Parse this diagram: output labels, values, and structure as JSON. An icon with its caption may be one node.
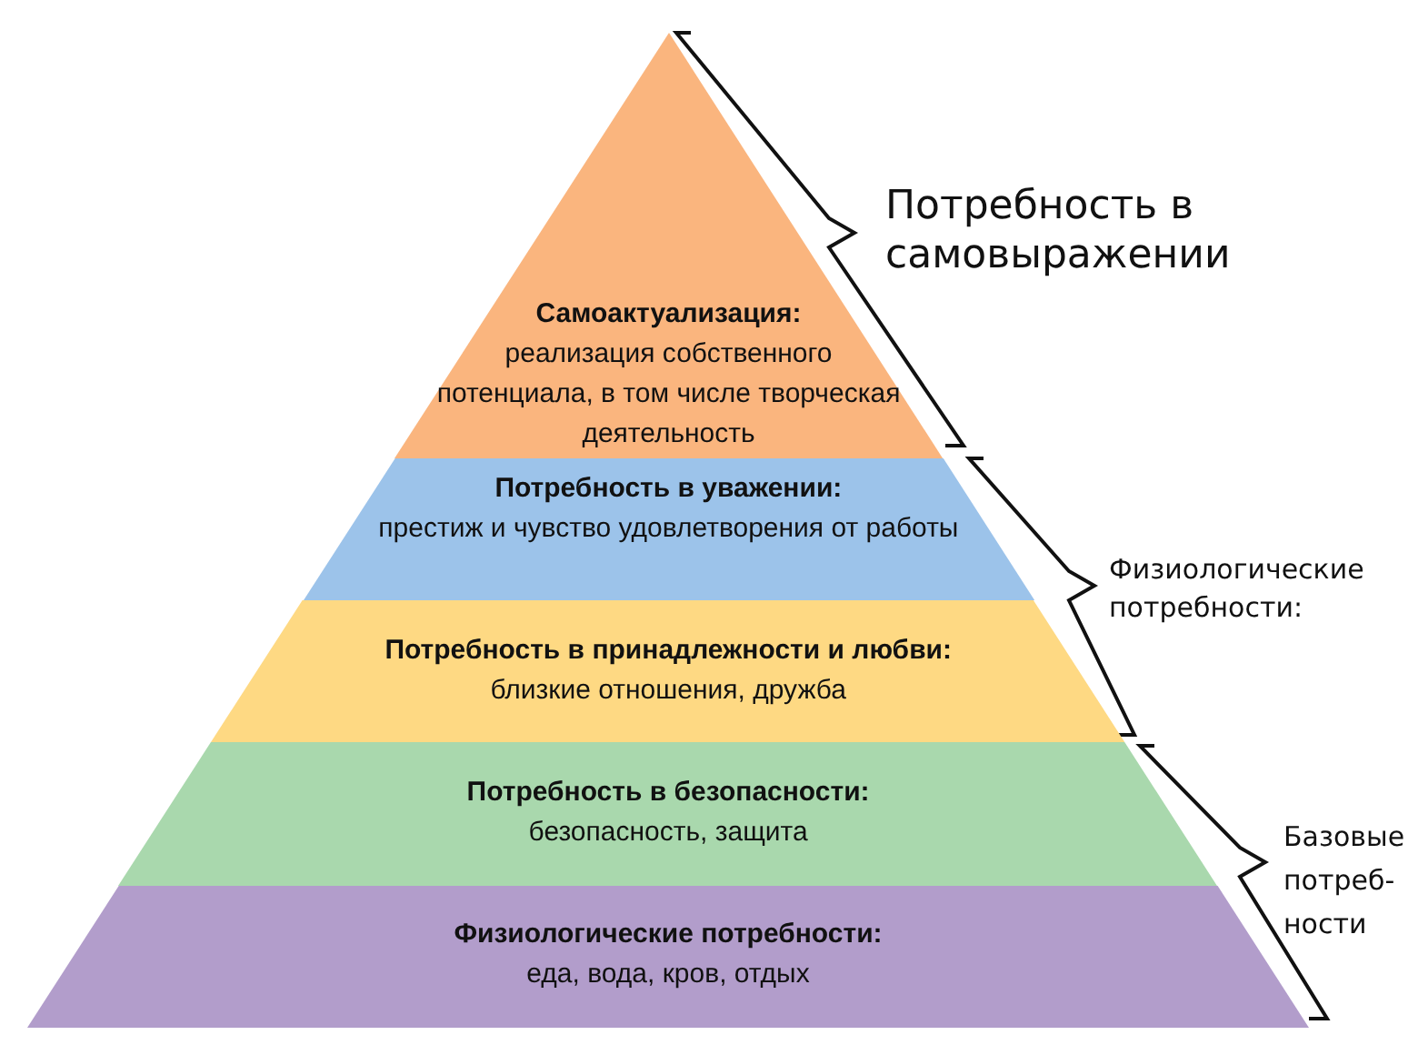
{
  "diagram": {
    "nodes": [
      {
        "text": [
          "Самоактуализация:",
          "реализация собственного потенциала, в том числе творческая деятельность"
        ]
      },
      {
        "text": [
          "Потребность в уважении:",
          "престиж и чувство удовлетворения от работы"
        ]
      },
      {
        "text": [
          "Потребность в принадлежности и любви:",
          "близкие отношения, дружба"
        ]
      },
      {
        "text": [
          "Потребность в безопасности:",
          "безопасность, защита"
        ]
      },
      {
        "text": [
          "Физиологические потребности:",
          "еда, вода, кров, отдых"
        ]
      }
    ],
    "labels": [
      "Потребность в самовыражении",
      "Физиологические потребности:",
      "Базовые потреб- ности"
    ]
  }
}
